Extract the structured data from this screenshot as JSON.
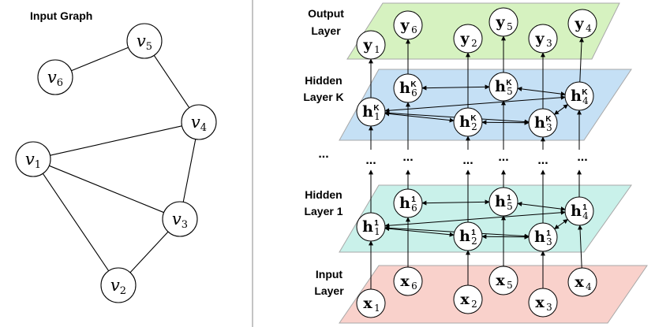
{
  "input_graph": {
    "title": "Input Graph",
    "nodes": [
      {
        "id": "v1",
        "base": "v",
        "sub": "1"
      },
      {
        "id": "v2",
        "base": "v",
        "sub": "2"
      },
      {
        "id": "v3",
        "base": "v",
        "sub": "3"
      },
      {
        "id": "v4",
        "base": "v",
        "sub": "4"
      },
      {
        "id": "v5",
        "base": "v",
        "sub": "5"
      },
      {
        "id": "v6",
        "base": "v",
        "sub": "6"
      }
    ],
    "edges": [
      [
        "v5",
        "v6"
      ],
      [
        "v5",
        "v4"
      ],
      [
        "v4",
        "v1"
      ],
      [
        "v4",
        "v3"
      ],
      [
        "v1",
        "v3"
      ],
      [
        "v1",
        "v2"
      ],
      [
        "v3",
        "v2"
      ]
    ]
  },
  "layers": {
    "output": {
      "label_line1": "Output",
      "label_line2": "Layer",
      "color": "#d6f2c0"
    },
    "hidden_k": {
      "label_line1": "Hidden",
      "label_line2": "Layer K",
      "color": "#c5e0f5"
    },
    "hidden_1": {
      "label_line1": "Hidden",
      "label_line2": "Layer 1",
      "color": "#c9f1ea"
    },
    "input": {
      "label_line1": "Input",
      "label_line2": "Layer",
      "color": "#f9d1cb"
    }
  },
  "nodes": {
    "output": [
      {
        "id": "y1",
        "base": "y",
        "sub": "1"
      },
      {
        "id": "y6",
        "base": "y",
        "sub": "6"
      },
      {
        "id": "y2",
        "base": "y",
        "sub": "2"
      },
      {
        "id": "y5",
        "base": "y",
        "sub": "5"
      },
      {
        "id": "y3",
        "base": "y",
        "sub": "3"
      },
      {
        "id": "y4",
        "base": "y",
        "sub": "4"
      }
    ],
    "hidden_k": [
      {
        "id": "hk1",
        "base": "h",
        "sub": "1",
        "sup": "K"
      },
      {
        "id": "hk6",
        "base": "h",
        "sub": "6",
        "sup": "K"
      },
      {
        "id": "hk2",
        "base": "h",
        "sub": "2",
        "sup": "K"
      },
      {
        "id": "hk5",
        "base": "h",
        "sub": "5",
        "sup": "K"
      },
      {
        "id": "hk3",
        "base": "h",
        "sub": "3",
        "sup": "K"
      },
      {
        "id": "hk4",
        "base": "h",
        "sub": "4",
        "sup": "K"
      }
    ],
    "hidden_1": [
      {
        "id": "h11",
        "base": "h",
        "sub": "1",
        "sup": "1"
      },
      {
        "id": "h16",
        "base": "h",
        "sub": "6",
        "sup": "1"
      },
      {
        "id": "h12",
        "base": "h",
        "sub": "2",
        "sup": "1"
      },
      {
        "id": "h15",
        "base": "h",
        "sub": "5",
        "sup": "1"
      },
      {
        "id": "h13",
        "base": "h",
        "sub": "3",
        "sup": "1"
      },
      {
        "id": "h14",
        "base": "h",
        "sub": "4",
        "sup": "1"
      }
    ],
    "input": [
      {
        "id": "x1",
        "base": "x",
        "sub": "1"
      },
      {
        "id": "x6",
        "base": "x",
        "sub": "6"
      },
      {
        "id": "x2",
        "base": "x",
        "sub": "2"
      },
      {
        "id": "x5",
        "base": "x",
        "sub": "5"
      },
      {
        "id": "x3",
        "base": "x",
        "sub": "3"
      },
      {
        "id": "x4",
        "base": "x",
        "sub": "4"
      }
    ]
  },
  "ellipsis": "..."
}
